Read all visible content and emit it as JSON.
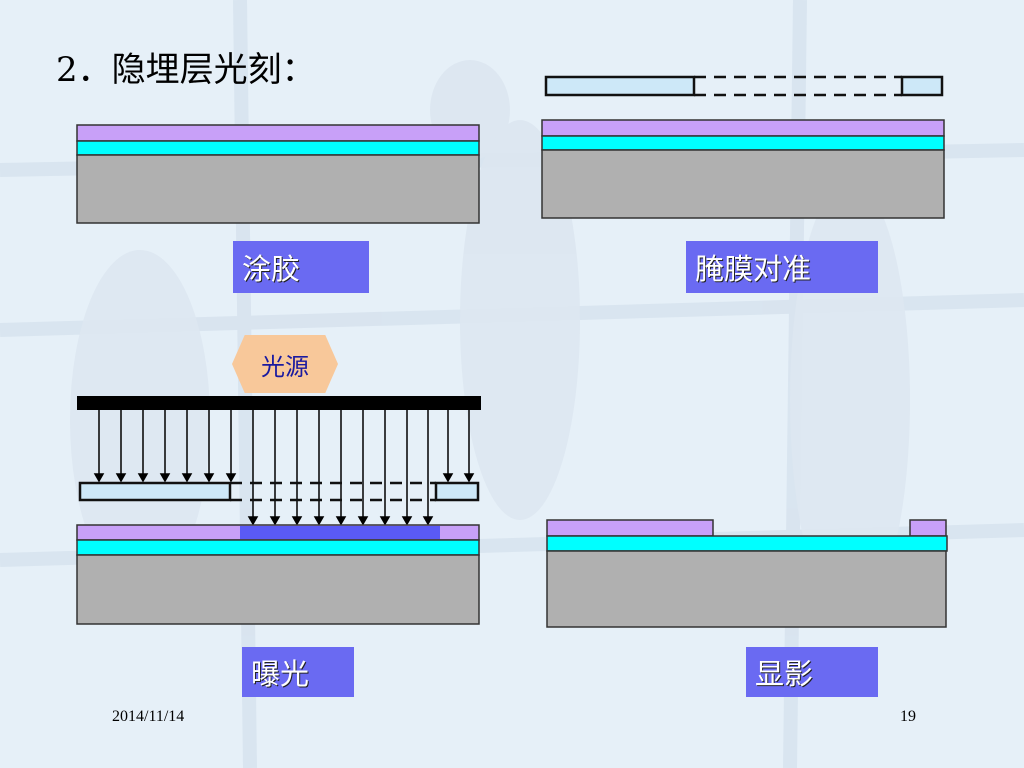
{
  "title": "2．隐埋层光刻：",
  "steps": {
    "coating": "涂胶",
    "mask_alignment": "腌膜对准",
    "exposure": "曝光",
    "development": "显影"
  },
  "light_source": "光源",
  "footer": {
    "date": "2014/11/14",
    "page": "19"
  },
  "colors": {
    "photoresist": "#c8a0f8",
    "oxide": "#00ffff",
    "substrate": "#b0b0b0",
    "mask": "#cde8f8",
    "exposed_resist": "#5a5af5",
    "label_bg": "#6a6af2",
    "light_bg": "#f8c89a"
  }
}
